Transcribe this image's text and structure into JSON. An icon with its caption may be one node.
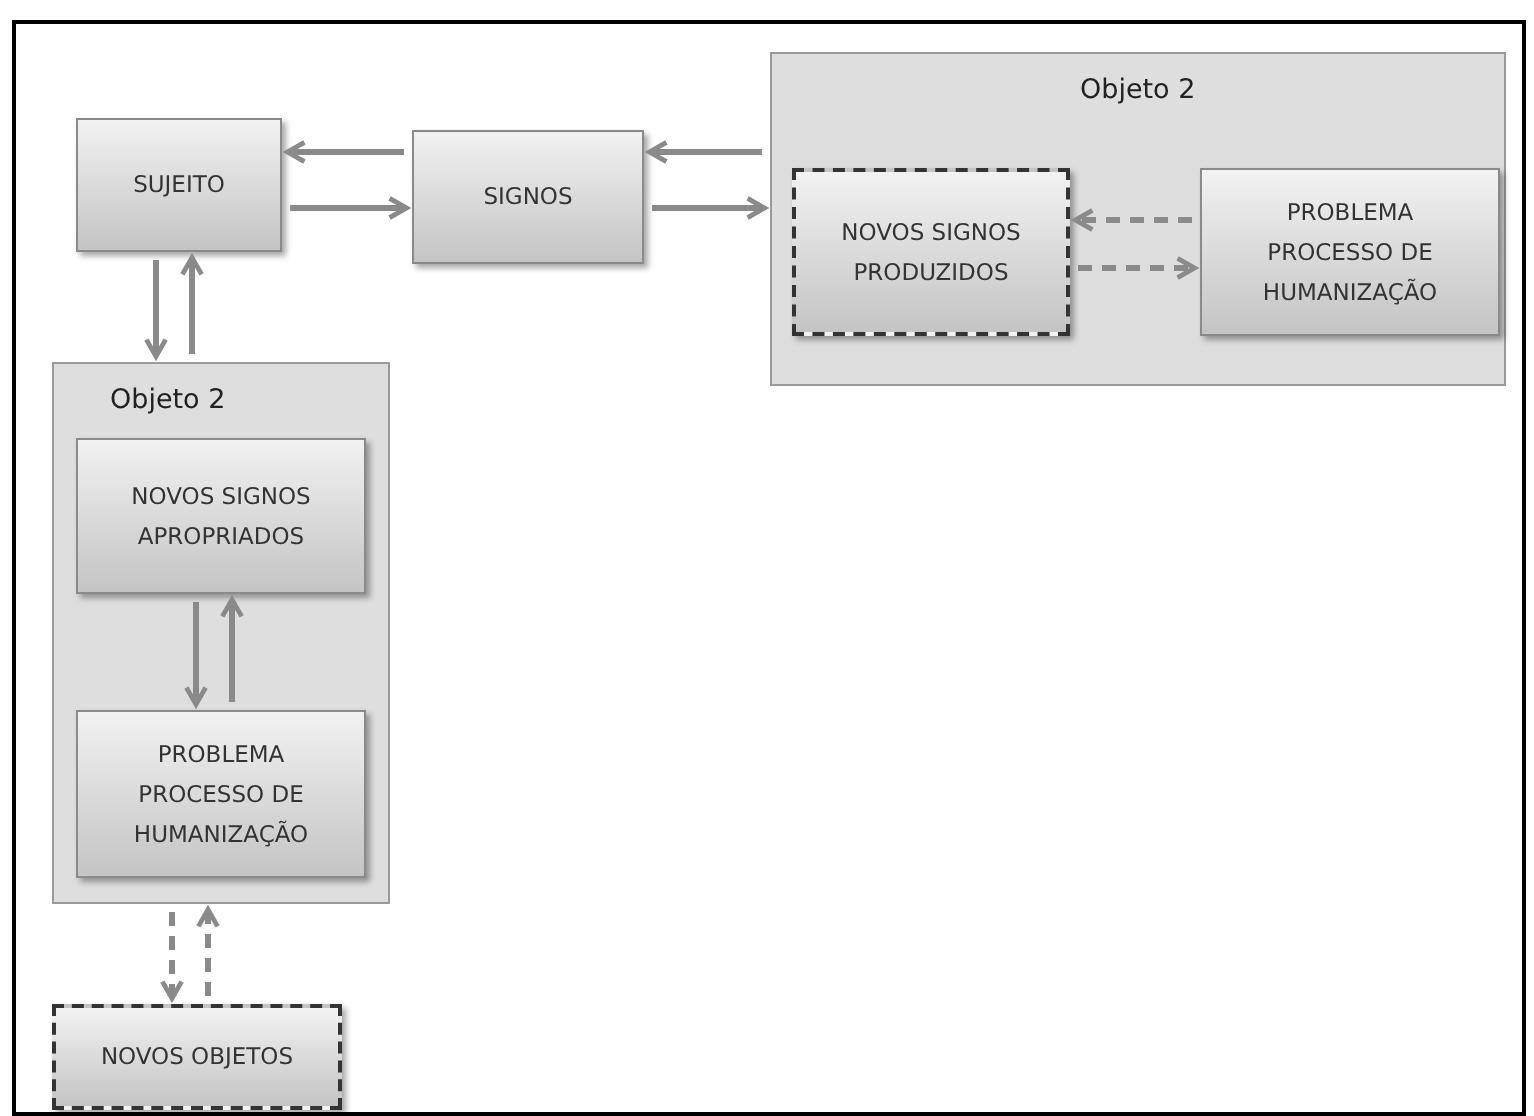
{
  "diagram": {
    "nodes": [
      {
        "text": [
          "SUJEITO"
        ]
      },
      {
        "text": [
          "SIGNOS"
        ]
      },
      {
        "text": [
          "Objeto 2"
        ]
      },
      {
        "text": [
          "NOVOS SIGNOS PRODUZIDOS"
        ],
        "in": 2
      },
      {
        "text": [
          "PROBLEMA PROCESSO DE HUMANIZAÇÃO"
        ],
        "in": 2
      },
      {
        "text": [
          "Objeto 2"
        ]
      },
      {
        "text": [
          "NOVOS SIGNOS APROPRIADOS"
        ],
        "in": 5
      },
      {
        "text": [
          "PROBLEMA PROCESSO DE HUMANIZAÇÃO"
        ],
        "in": 5
      },
      {
        "text": [
          "NOVOS OBJETOS"
        ]
      }
    ],
    "edges": [
      {
        "from": 1,
        "to": 0,
        "arrow": "to"
      },
      {
        "from": 0,
        "to": 1,
        "arrow": "to"
      },
      {
        "from": 2,
        "to": 1,
        "arrow": "to"
      },
      {
        "from": 1,
        "to": 2,
        "arrow": "to"
      },
      {
        "from": 4,
        "to": 3,
        "arrow": "to",
        "style": "dashed"
      },
      {
        "from": 3,
        "to": 4,
        "arrow": "to",
        "style": "dashed"
      },
      {
        "from": 0,
        "to": 5,
        "arrow": "to"
      },
      {
        "from": 5,
        "to": 0,
        "arrow": "to"
      },
      {
        "from": 6,
        "to": 7,
        "arrow": "to"
      },
      {
        "from": 7,
        "to": 6,
        "arrow": "to"
      },
      {
        "from": 5,
        "to": 8,
        "arrow": "to",
        "style": "dashed"
      },
      {
        "from": 8,
        "to": 5,
        "arrow": "to",
        "style": "dashed"
      }
    ]
  }
}
